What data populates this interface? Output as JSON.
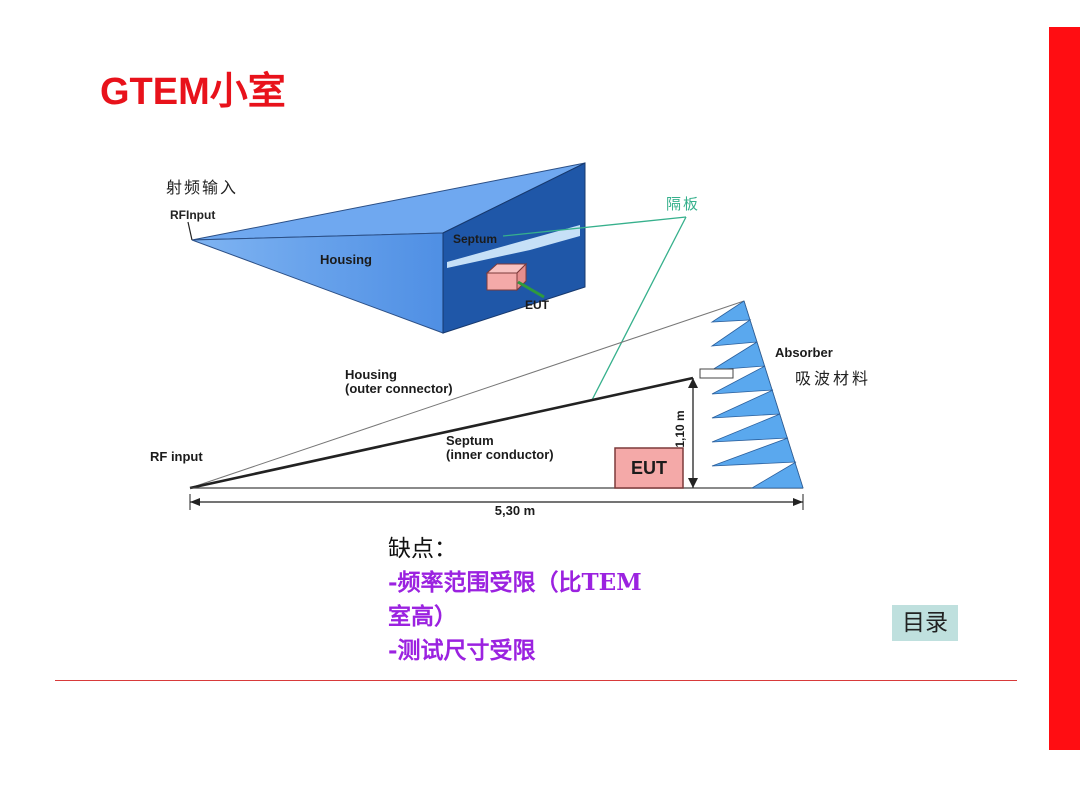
{
  "slide": {
    "title": "GTEM小室"
  },
  "diagram_top": {
    "label_rf_cn": "射频输入",
    "label_rf_en": "RFInput",
    "label_housing": "Housing",
    "label_septum": "Septum",
    "label_eut": "EUT",
    "label_partition_cn": "隔板"
  },
  "diagram_bottom": {
    "label_absorber_en": "Absorber",
    "label_absorber_cn": "吸波材料",
    "label_housing_line1": "Housing",
    "label_housing_line2": "(outer connector)",
    "label_septum_line1": "Septum",
    "label_septum_line2": "(inner conductor)",
    "label_rf": "RF input",
    "label_eut": "EUT",
    "dim_height": "1,10 m",
    "dim_length": "5,30 m"
  },
  "notes": {
    "heading": "缺点：",
    "point1_line1": "-频率范围受限（比TEM",
    "point1_line2": "室高）",
    "point2": "-测试尺寸受限"
  },
  "nav": {
    "toc_label": "目录"
  },
  "colors": {
    "accent_red": "#e8121b",
    "diagram_blue": "#5b9bea",
    "eut_pink": "#f4a9a8",
    "callout_green": "#36b08c",
    "note_purple": "#9b22e0"
  }
}
